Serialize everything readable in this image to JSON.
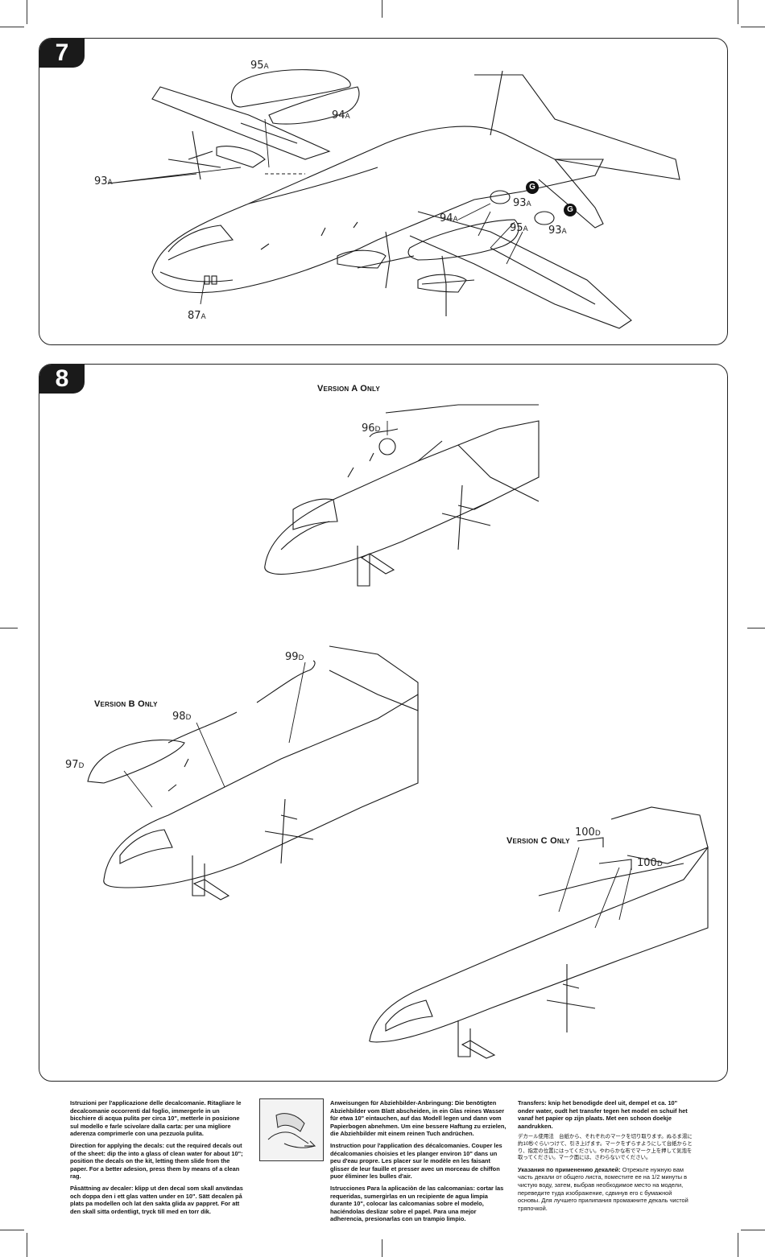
{
  "steps": [
    {
      "number": "7"
    },
    {
      "number": "8"
    }
  ],
  "step7_labels": {
    "l95a_top": {
      "num": "95",
      "sub": "A"
    },
    "l94a_top": {
      "num": "94",
      "sub": "A"
    },
    "l93a_left": {
      "num": "93",
      "sub": "A"
    },
    "l93a_mid": {
      "num": "93",
      "sub": "A"
    },
    "l94a_mid": {
      "num": "94",
      "sub": "A"
    },
    "l95a_mid": {
      "num": "95",
      "sub": "A"
    },
    "l93a_right": {
      "num": "93",
      "sub": "A"
    },
    "l87a": {
      "num": "87",
      "sub": "A"
    },
    "g_badge": "G"
  },
  "step8": {
    "version_a": "Version A Only",
    "version_b": "Version B Only",
    "version_c": "Version C Only",
    "l96d": {
      "num": "96",
      "sub": "D"
    },
    "l99d": {
      "num": "99",
      "sub": "D"
    },
    "l98d": {
      "num": "98",
      "sub": "D"
    },
    "l97d": {
      "num": "97",
      "sub": "D"
    },
    "l100d_a": {
      "num": "100",
      "sub": "D"
    },
    "l100d_b": {
      "num": "100",
      "sub": "D"
    }
  },
  "instructions": {
    "it": "Istruzioni per l'applicazione delle decalcomanie. Ritagliare le decalcomanie occorrenti dal foglio, immergerle in un bicchiere di acqua pulita per circa 10\", metterle in posizione sul modello e farle scivolare dalla carta: per una migliore aderenza comprimerle con una pezzuola pulita.",
    "en": "Direction for applying the decals: cut the required decals out of the sheet: dip the into a glass of clean water for about 10\"; position the decals on the kit, letting them slide from the paper. For a better adesion, press them by means of a clean rag.",
    "sv": "Påsättning av decaler: klipp ut den decal som skall användas och doppa den i ett glas vatten under en 10\". Sätt decalen på plats pa modellen och lat den sakta glida av pappret. For att den skall sitta ordentligt, tryck till med en torr dik.",
    "de": "Anweisungen für Abziehbilder-Anbringung: Die benötigten Abziehbilder vom Blatt abscheiden, in ein Glas reines Wasser für etwa 10\" eintauchen, auf das Modell legen und dann vom Papierbogen abnehmen. Um eine bessere Haftung zu erzielen, die Abziehbilder mit einem reinen Tuch andrüchen.",
    "fr": "Instruction pour l'application des décalcomanies. Couper les décalcomanies choisies et les planger environ 10\" dans un peu d'eau propre. Les placer sur le modèle en les faisant glisser de leur fauille et presser avec un morceau de chiffon puor éliminer les bulles d'air.",
    "es": "Istrucciones Para la aplicaciòn de las calcomanias: cortar las requeridas, sumergirlas en un recipiente de agua limpia durante 10\", colocar las calcomanias sobre el modelo, haciéndolas deslizar sobre el papel. Para una mejor adherencia, presionarlas con un trampio limpio.",
    "nl": "Transfers: knip het benodigde deel uit, dempel et ca. 10\" onder water, oudt het transfer tegen het model en schuif het vanaf het papier op zijn plaats. Met een schoon doekje aandrukken.",
    "ja": "デカール使用法　台紙から、それぞれのマークを切り取ります。ぬるま湯に約10秒ぐらいつけて、引き上げます。マークをずらすようにして台紙からとり、指定の位置にはってください。やわらかな布でマーク上を押して気泡を取ってください。マーク面には、さわらないでください。",
    "ru_title": "Указания по применению декалей:",
    "ru": "Отрежьте нужную вам часть декали от общего листа, поместите ее на 1/2 минуты в чистую воду, затем, выбрав необходимое место на модели, переведите туда изображение, сдвинув его с бумажной основы. Для лучшего прилипания промажните декаль чистой тряпочкой."
  }
}
